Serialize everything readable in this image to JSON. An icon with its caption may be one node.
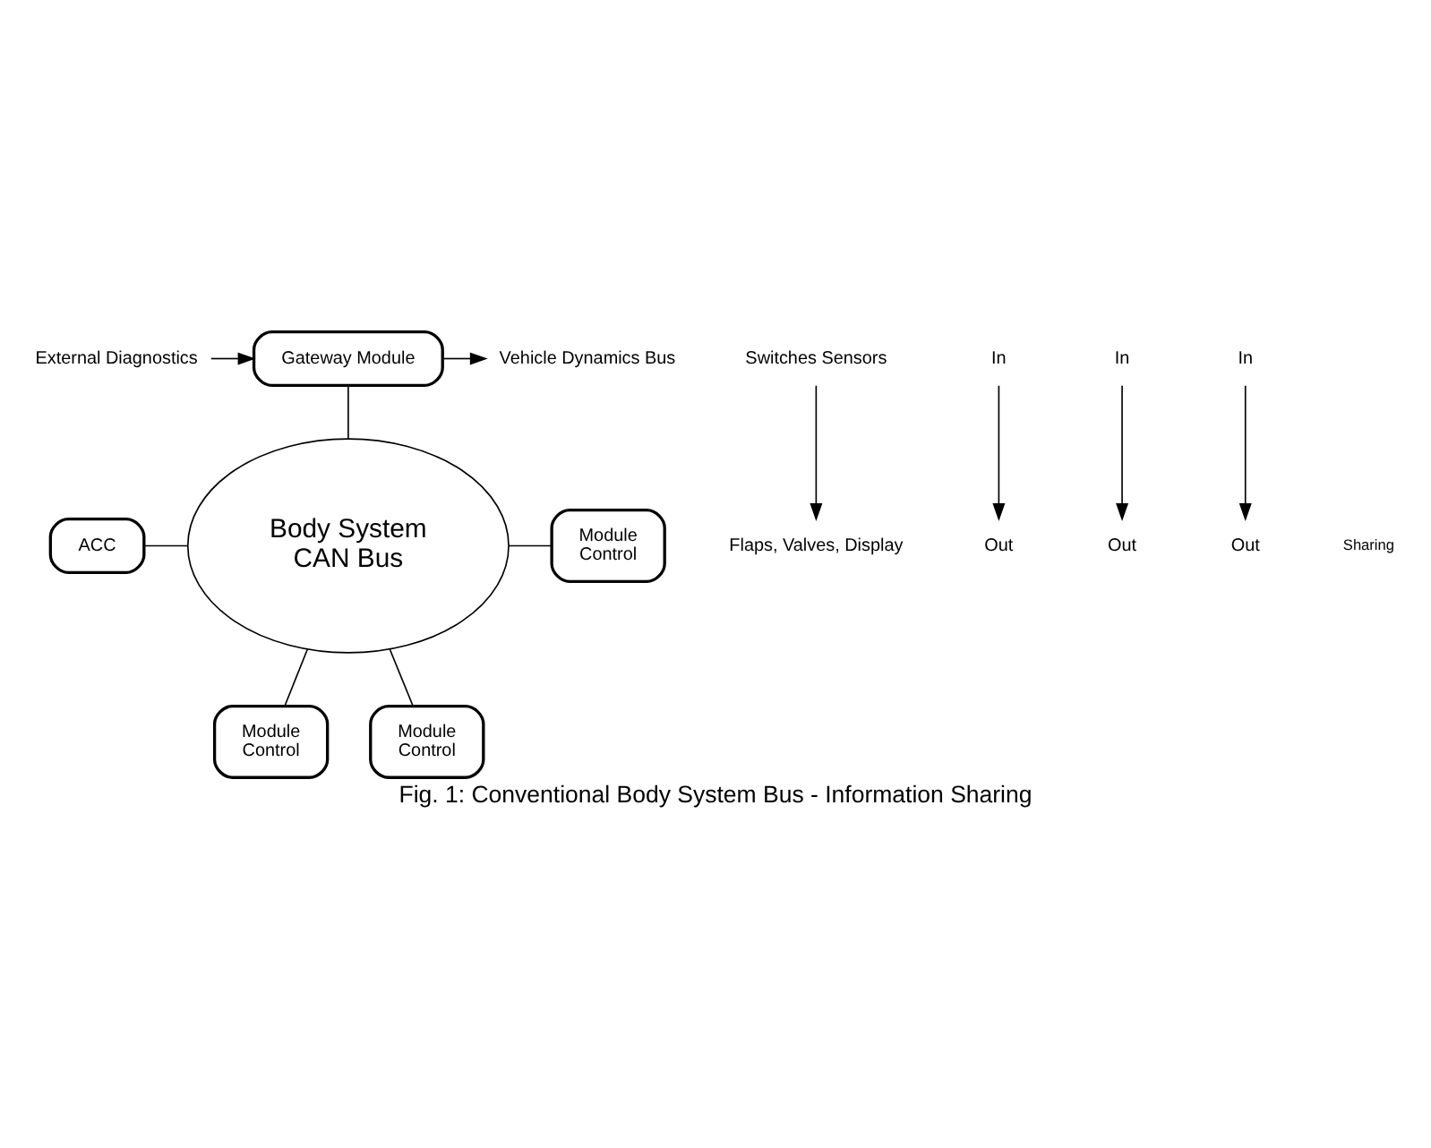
{
  "diagram": {
    "caption": "Fig. 1: Conventional Body System Bus - Information Sharing",
    "nodes": [
      {
        "text": [
          "Gateway Module"
        ]
      },
      {
        "text": [
          "External Diagnostics"
        ]
      },
      {
        "text": [
          "Vehicle Dynamics Bus"
        ]
      },
      {
        "text": [
          "Body System",
          "CAN Bus"
        ]
      },
      {
        "text": [
          "ACC"
        ]
      },
      {
        "text": [
          "Switches Sensors"
        ]
      },
      {
        "text": [
          "Flaps, Valves, Display"
        ]
      },
      {
        "text": [
          "Module",
          "Control"
        ]
      },
      {
        "text": [
          "In"
        ]
      },
      {
        "text": [
          "Out"
        ]
      },
      {
        "text": [
          "Module",
          "Control"
        ]
      },
      {
        "text": [
          "In"
        ]
      },
      {
        "text": [
          "Out"
        ]
      },
      {
        "text": [
          "Module",
          "Control"
        ]
      },
      {
        "text": [
          "In"
        ]
      },
      {
        "text": [
          "Out"
        ]
      }
    ],
    "edges": [
      {
        "from": 1,
        "to": 0,
        "arrow": "to"
      },
      {
        "from": 0,
        "to": 2,
        "arrow": "to"
      },
      {
        "from": 0,
        "to": 3,
        "arrow": "none"
      },
      {
        "from": 4,
        "to": 3,
        "arrow": "none"
      },
      {
        "from": 3,
        "to": 7,
        "arrow": "none"
      },
      {
        "from": 3,
        "to": 10,
        "arrow": "none"
      },
      {
        "from": 3,
        "to": 13,
        "arrow": "none"
      },
      {
        "from": 5,
        "to": 6,
        "arrow": "to"
      },
      {
        "from": 8,
        "to": 9,
        "arrow": "to"
      },
      {
        "from": 11,
        "to": 12,
        "arrow": "to"
      },
      {
        "from": 14,
        "to": 15,
        "arrow": "to"
      }
    ],
    "labels": [
      "Sharing"
    ]
  }
}
